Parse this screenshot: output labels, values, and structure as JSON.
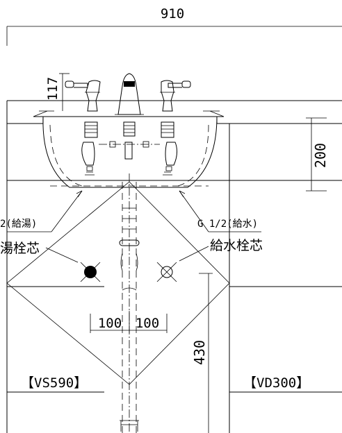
{
  "dimensions": {
    "overall_width": "910",
    "faucet_height": "117",
    "counter_to_center": "200",
    "center_offset_left": "100",
    "center_offset_right": "100",
    "supply_height": "430"
  },
  "labels": {
    "hot_pipe": "2(給湯)",
    "hot_valve": "湯栓芯",
    "cold_pipe": "G 1/2(給水)",
    "cold_valve": "給水栓芯",
    "left_cabinet": "【VS590】",
    "right_cabinet": "【VD300】"
  }
}
